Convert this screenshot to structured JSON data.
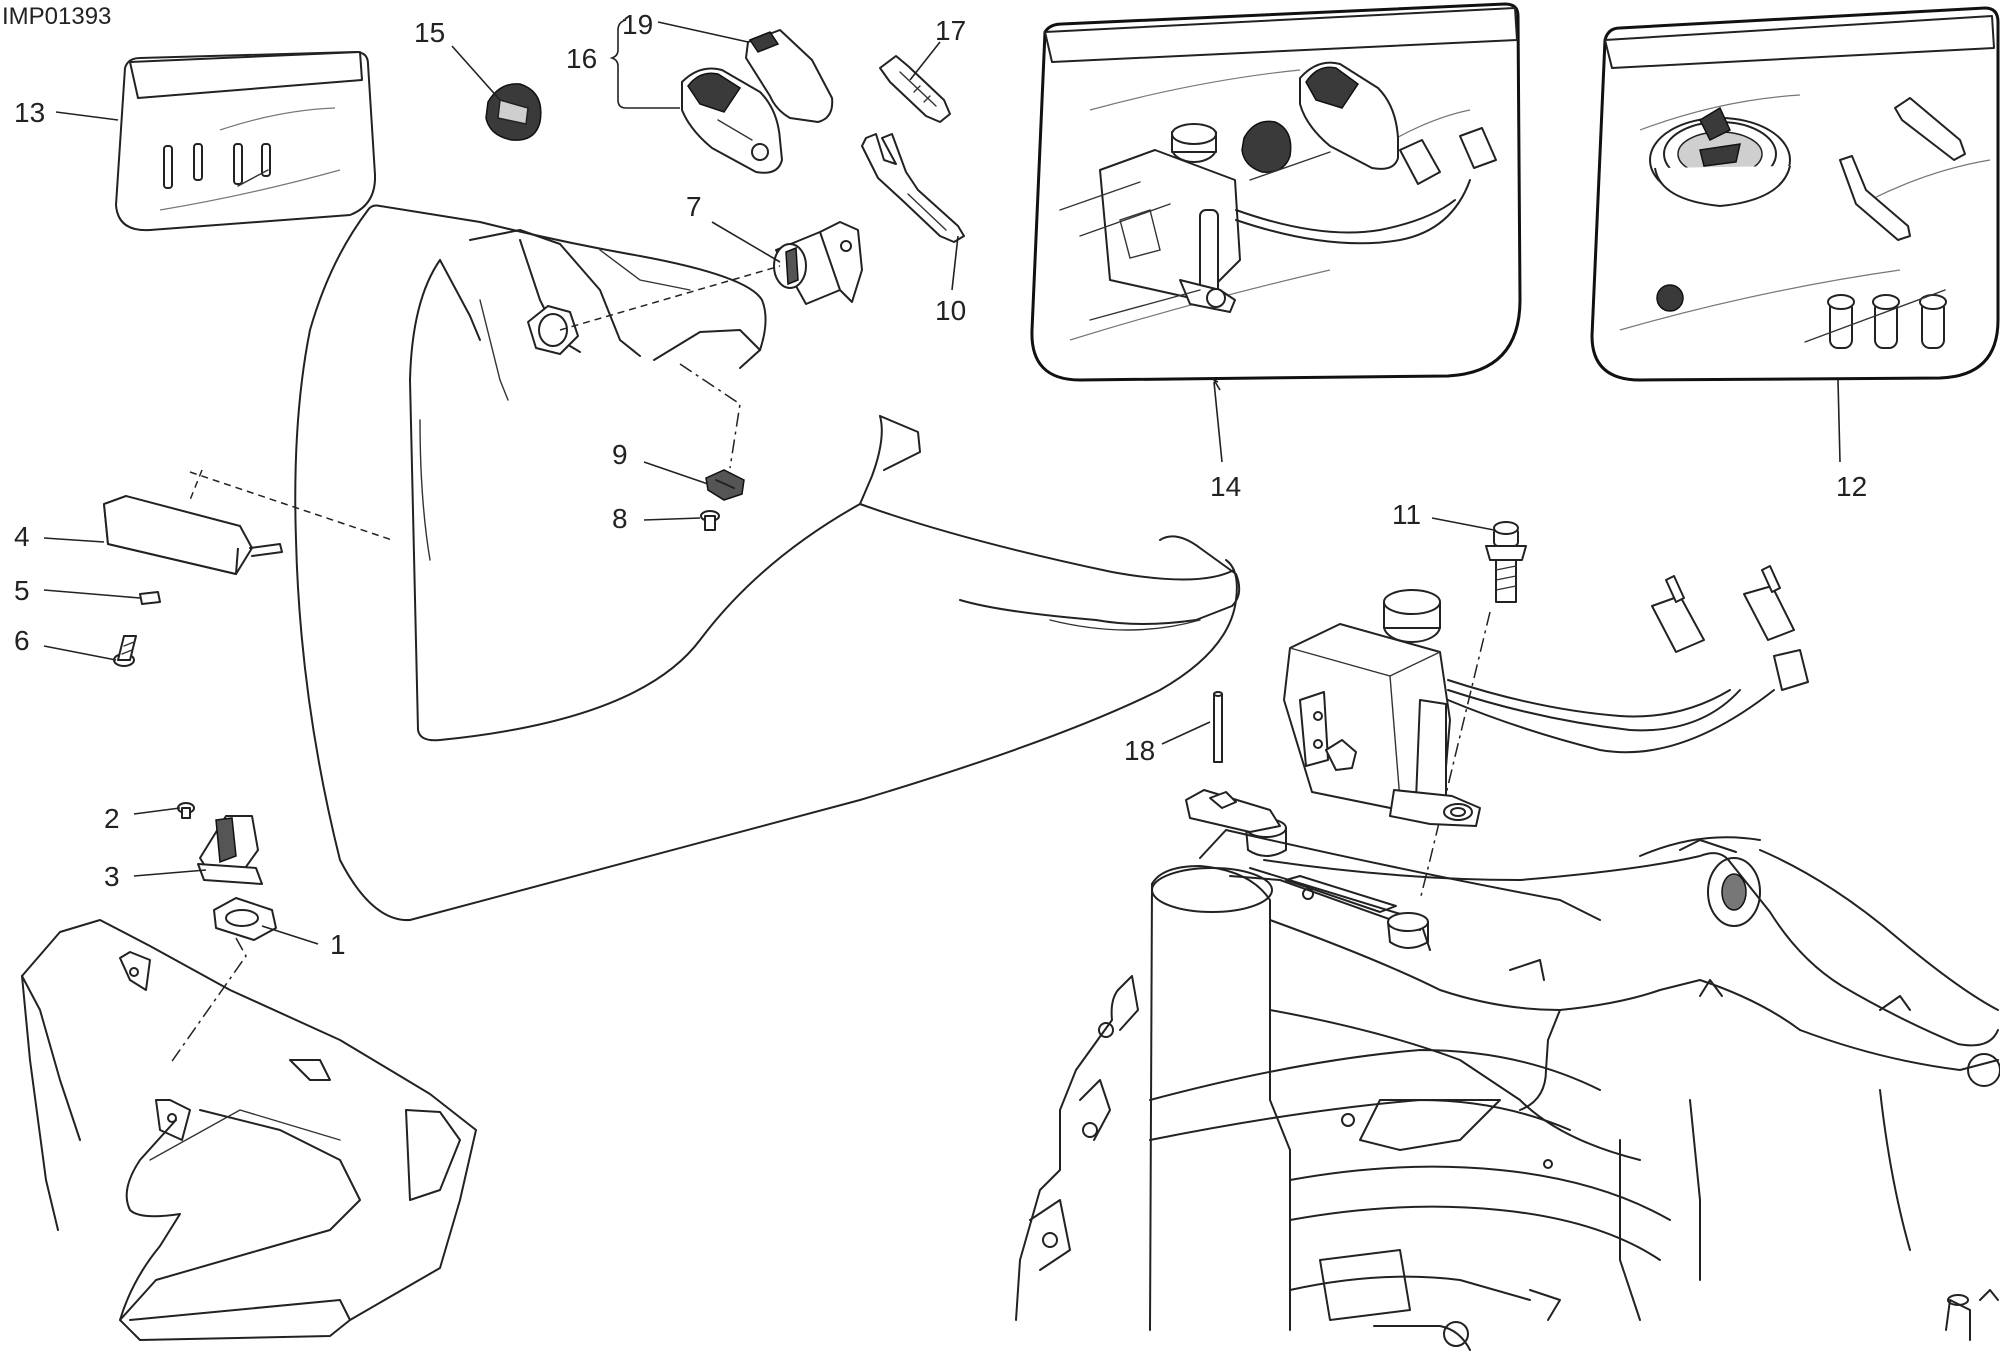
{
  "drawing_code": "IMP01393",
  "callouts": {
    "c1": "1",
    "c2": "2",
    "c3": "3",
    "c4": "4",
    "c5": "5",
    "c6": "6",
    "c7": "7",
    "c8": "8",
    "c9": "9",
    "c10": "10",
    "c11": "11",
    "c12": "12",
    "c13": "13",
    "c14": "14",
    "c15": "15",
    "c16": "16",
    "c17": "17",
    "c18": "18",
    "c19": "19"
  }
}
